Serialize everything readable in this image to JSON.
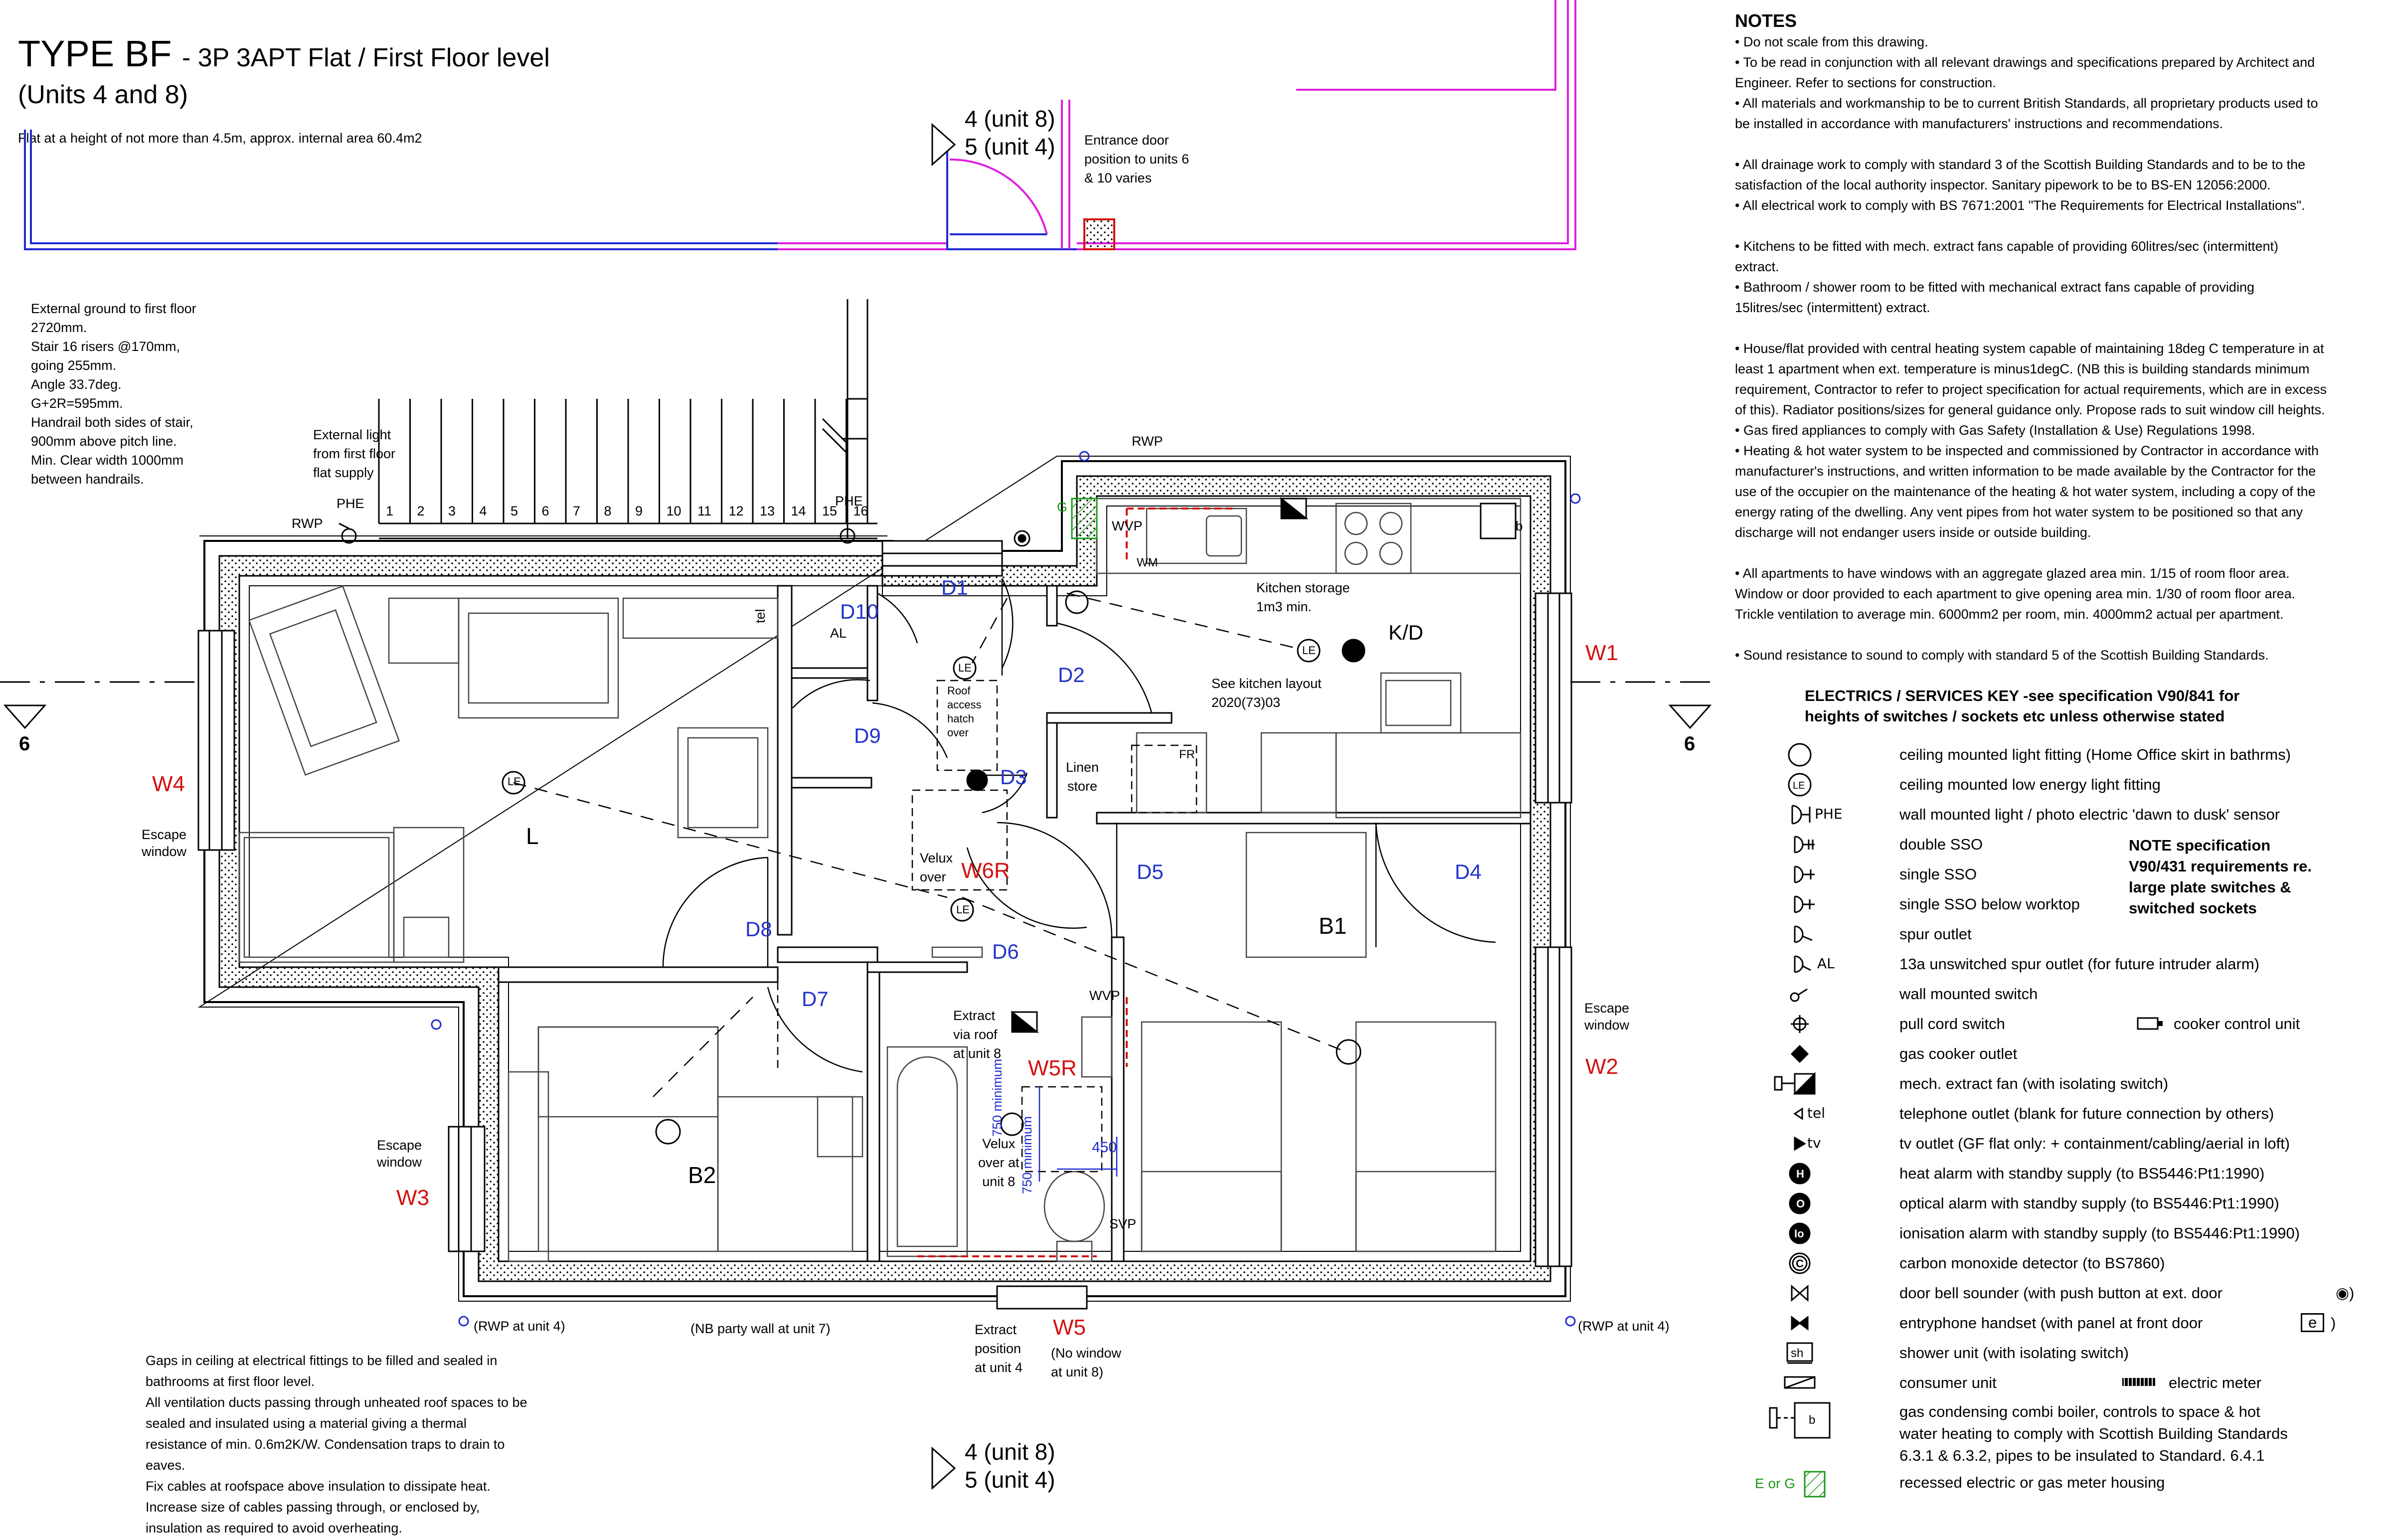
{
  "title": {
    "main": "TYPE BF",
    "sub": "- 3P 3APT Flat / First Floor level",
    "units": "(Units 4 and 8)",
    "height_note": "Flat at a height of not more than 4.5m, approx. internal area 60.4m2"
  },
  "stair_note": [
    "External ground to first floor",
    "2720mm.",
    "Stair 16 risers @170mm,",
    "going 255mm.",
    "Angle 33.7deg.",
    "G+2R=595mm.",
    "Handrail both sides of stair,",
    "900mm above pitch line.",
    "Min. Clear width 1000mm",
    "between handrails."
  ],
  "external_light_note": [
    "External light",
    "from first floor",
    "flat supply"
  ],
  "entrance_note": [
    "Entrance door",
    "position to units 6",
    "& 10 varies"
  ],
  "unit_arrows": {
    "top": [
      "4 (unit 8)",
      "5 (unit 4)"
    ],
    "bottom": [
      "4 (unit 8)",
      "5 (unit 4)"
    ]
  },
  "section_marks": [
    "6",
    "6"
  ],
  "stair_numbers": [
    "1",
    "2",
    "3",
    "4",
    "5",
    "6",
    "7",
    "8",
    "9",
    "10",
    "11",
    "12",
    "13",
    "14",
    "15",
    "16"
  ],
  "plan_labels": {
    "rooms": {
      "living": "L",
      "kitchen": "K/D",
      "bed1": "B1",
      "bed2": "B2"
    },
    "doors": [
      "D1",
      "D2",
      "D3",
      "D4",
      "D5",
      "D6",
      "D7",
      "D8",
      "D9",
      "D10"
    ],
    "windows": [
      "W1",
      "W2",
      "W3",
      "W4",
      "W5",
      "W5R",
      "W6R"
    ],
    "escape_window": [
      "Escape",
      "window"
    ],
    "kitchen_storage": [
      "Kitchen storage",
      "1m3 min."
    ],
    "kitchen_layout": [
      "See kitchen layout",
      "2020(73)03"
    ],
    "linen": [
      "Linen",
      "store"
    ],
    "roof_hatch": [
      "Roof",
      "access",
      "hatch",
      "over"
    ],
    "velux_w6r": [
      "Velux",
      "over"
    ],
    "extract_roof": [
      "Extract",
      "via roof",
      "at unit 8"
    ],
    "velux_unit8": [
      "Velux",
      "over at",
      "unit 8"
    ],
    "extract_pos": [
      "Extract",
      "position",
      "at unit 4"
    ],
    "no_window": [
      "(No window",
      "at unit 8)"
    ],
    "rwp_unit4": "(RWP at unit 4)",
    "party_wall": "(NB party wall at unit 7)",
    "dims": {
      "min": "750 minimum",
      "w450": "450",
      "d750": "750 minimum"
    },
    "small": {
      "rwp": "RWP",
      "phe": "PHE",
      "wvp": "WVP",
      "svp": "SVP",
      "wm": "WM",
      "fr": "FR",
      "g": "G",
      "b": "b",
      "le": "LE",
      "al": "AL",
      "tel": "tel"
    }
  },
  "ceiling_note": [
    "Gaps in ceiling at electrical fittings to be filled and sealed in",
    "bathrooms at first floor level.",
    "All ventilation ducts passing through unheated roof spaces to be",
    "sealed and insulated using a material giving a thermal",
    "resistance of min. 0.6m2K/W. Condensation traps to drain to",
    "eaves.",
    "Fix cables at roofspace above insulation to dissipate heat.",
    "Increase size of cables passing through, or enclosed by,",
    "insulation as required to avoid overheating."
  ],
  "notes": {
    "heading": "NOTES",
    "paras": [
      [
        "• Do not scale from this drawing.",
        "• To be read in conjunction with all relevant drawings and specifications prepared by Architect and",
        "Engineer. Refer to sections for construction.",
        "• All materials and workmanship to be to current British Standards, all proprietary products used to",
        "be installed in accordance with manufacturers' instructions and recommendations."
      ],
      [
        "• All drainage work to comply with standard 3 of the Scottish Building Standards and to be to the",
        "satisfaction of the local authority inspector. Sanitary pipework to be to BS-EN 12056:2000.",
        "• All electrical work to comply with BS 7671:2001 \"The Requirements for Electrical Installations\"."
      ],
      [
        "• Kitchens to be fitted with mech. extract fans capable of providing 60litres/sec (intermittent)",
        "extract.",
        "• Bathroom / shower room to be fitted with mechanical extract fans capable of providing",
        "15litres/sec (intermittent) extract."
      ],
      [
        "• House/flat provided with central heating system capable of maintaining 18deg C temperature in at",
        "least 1 apartment when ext. temperature is minus1degC. (NB this is building standards minimum",
        "requirement, Contractor to refer to project specification for actual requirements, which are in excess",
        "of this). Radiator positions/sizes for general guidance only. Propose rads to suit window cill heights.",
        "• Gas fired appliances to comply with Gas Safety (Installation & Use) Regulations 1998.",
        "• Heating & hot water system to be inspected and commissioned by Contractor in accordance with",
        "manufacturer's instructions, and written information to be made available by the Contractor for the",
        "use of the occupier on the maintenance of the heating & hot water system, including a copy of the",
        "energy rating of the dwelling. Any vent pipes from hot water system to be positioned so that any",
        "discharge will not endanger users inside or outside building."
      ],
      [
        "• All apartments to have windows with an aggregate glazed area min. 1/15 of room floor area.",
        "Window or door provided to each apartment to give opening area min. 1/30 of room floor area.",
        "Trickle ventilation to average min. 6000mm2 per room, min. 4000mm2 actual per apartment."
      ],
      [
        "• Sound resistance to sound to comply with standard 5 of the Scottish Building Standards."
      ]
    ]
  },
  "key": {
    "heading": [
      "ELECTRICS / SERVICES KEY -see specification V90/841 for",
      "heights of switches / sockets etc unless otherwise stated"
    ],
    "side_note": [
      "NOTE specification",
      "V90/431 requirements re.",
      "large plate switches &",
      "switched sockets"
    ],
    "items": [
      {
        "sym": "circle",
        "label": "ceiling mounted light fitting (Home Office skirt in bathrms)"
      },
      {
        "sym": "le",
        "label": "ceiling mounted low energy light fitting"
      },
      {
        "sym": "phe",
        "label": "wall mounted light / photo electric 'dawn to dusk' sensor",
        "tag": "PHE"
      },
      {
        "sym": "dsso",
        "label": "double SSO"
      },
      {
        "sym": "ssso",
        "label": "single SSO"
      },
      {
        "sym": "ssso-low",
        "label": "single SSO below worktop"
      },
      {
        "sym": "spur",
        "label": "spur outlet"
      },
      {
        "sym": "al",
        "label": "13a unswitched spur outlet (for future intruder alarm)",
        "tag": "AL"
      },
      {
        "sym": "switch",
        "label": "wall mounted switch"
      },
      {
        "sym": "pullcord",
        "label": "pull cord switch",
        "extra": "cooker control unit"
      },
      {
        "sym": "gas",
        "label": "gas cooker outlet"
      },
      {
        "sym": "fan",
        "label": "mech. extract fan (with isolating switch)"
      },
      {
        "sym": "tel",
        "label": "telephone outlet (blank for future connection by others)",
        "tag": "tel"
      },
      {
        "sym": "tv",
        "label": "tv outlet (GF flat only: + containment/cabling/aerial in loft)",
        "tag": "tv"
      },
      {
        "sym": "heat",
        "label": "heat alarm with standby supply (to BS5446:Pt1:1990)",
        "tag": "H"
      },
      {
        "sym": "opt",
        "label": "optical alarm with standby supply (to BS5446:Pt1:1990)",
        "tag": "O"
      },
      {
        "sym": "ion",
        "label": "ionisation alarm with standby supply (to BS5446:Pt1:1990)",
        "tag": "Io"
      },
      {
        "sym": "co",
        "label": "carbon monoxide detector (to BS7860)",
        "tag": "C"
      },
      {
        "sym": "bell",
        "label": "door bell sounder (with push button at ext. door"
      },
      {
        "sym": "entry",
        "label": "entryphone handset (with panel at front door",
        "tag": "e"
      },
      {
        "sym": "shower",
        "label": "shower unit (with isolating switch)",
        "tag": "sh"
      },
      {
        "sym": "consumer",
        "label": "consumer unit",
        "extra": "electric meter"
      },
      {
        "sym": "boiler",
        "label_lines": [
          "gas condensing combi boiler, controls to space & hot",
          "water heating to comply with Scottish Building Standards",
          "6.3.1 & 6.3.2, pipes to be insulated to Standard. 6.4.1"
        ],
        "tag": "b"
      },
      {
        "sym": "meter",
        "label": "recessed electric or gas meter housing",
        "tag": "E or G"
      }
    ]
  },
  "colors": {
    "line": "#000000",
    "blue": "#1f2ad0",
    "magenta": "#e01ee0",
    "red": "#d41010",
    "green": "#1a9a1a",
    "doorlabel": "#2233cc"
  }
}
